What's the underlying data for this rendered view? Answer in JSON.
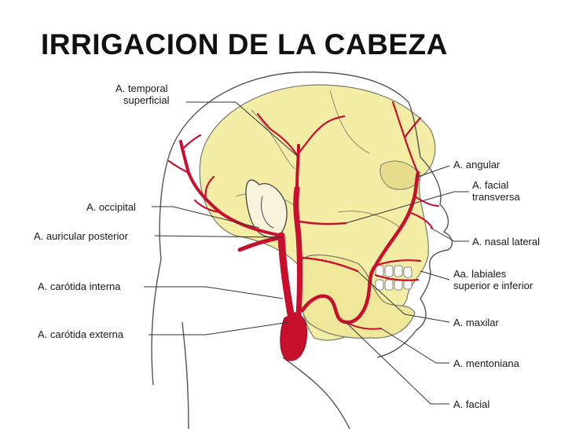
{
  "title": "IRRIGACION DE LA CABEZA",
  "colors": {
    "skull": "#f3eda6",
    "skin_line": "#555555",
    "artery": "#c8102e",
    "artery_dark": "#9e0c22",
    "leader": "#333333"
  },
  "labels": {
    "temporal_superficial": [
      "A. temporal",
      "superficial"
    ],
    "occipital": "A. occipital",
    "auricular_posterior": "A. auricular posterior",
    "carotida_interna": "A. carótida interna",
    "carotida_externa": "A. carótida externa",
    "angular": "A. angular",
    "facial_transversa": [
      "A. facial",
      "transversa"
    ],
    "nasal_lateral": "A. nasal lateral",
    "labiales": [
      "Aa. labiales",
      "superior e inferior"
    ],
    "maxilar": "A. maxilar",
    "mentoniana": "A. mentoniana",
    "facial": "A. facial"
  }
}
